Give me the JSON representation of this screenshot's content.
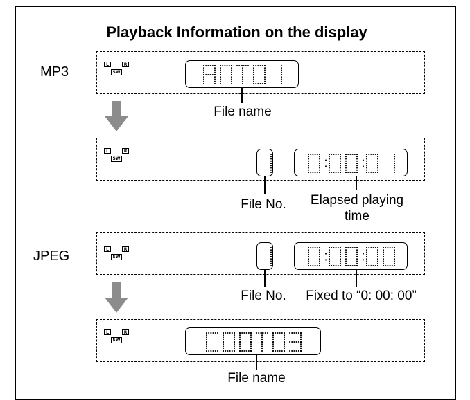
{
  "title": "Playback Information on the display",
  "indicator": {
    "left": "L",
    "right": "R",
    "sub": "SW"
  },
  "mp3": {
    "label": "MP3",
    "screen1": {
      "display": "ANT01",
      "caption": "File name"
    },
    "screen2": {
      "file_no_display": "1",
      "time_display": "0:00:01",
      "file_no_caption": "File No.",
      "time_caption_line1": "Elapsed playing",
      "time_caption_line2": "time"
    }
  },
  "jpeg": {
    "label": "JPEG",
    "screen1": {
      "file_no_display": "1",
      "time_display": "0:00:00",
      "file_no_caption": "File No.",
      "time_caption": "Fixed to “0: 00: 00”"
    },
    "screen2": {
      "display": "C00T03",
      "caption": "File name"
    }
  },
  "colors": {
    "arrow": "#8c8c8c",
    "line": "#000000"
  },
  "icons": [
    "down-arrow-icon",
    "segment-display-icon"
  ]
}
